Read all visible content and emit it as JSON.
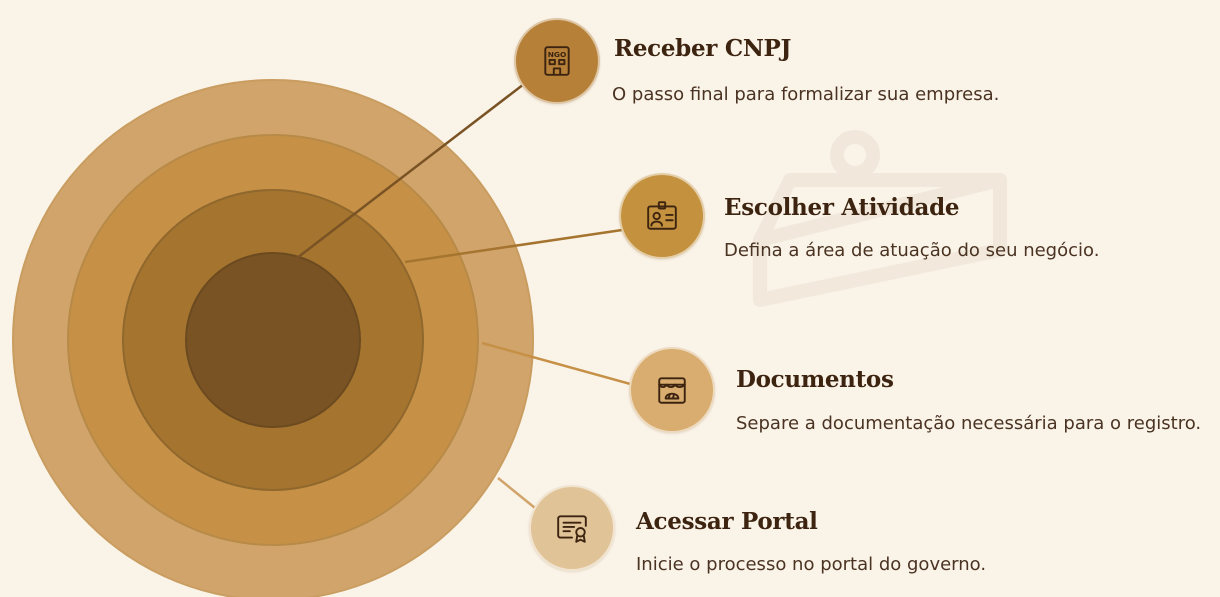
{
  "steps": [
    {
      "title": "Receber CNPJ",
      "description": "O passo final para formalizar sua empresa.",
      "icon": "ngo-building-icon",
      "color": "#b68038"
    },
    {
      "title": "Escolher Atividade",
      "description": "Defina a área de atuação do seu negócio.",
      "icon": "id-badge-icon",
      "color": "#c4923f"
    },
    {
      "title": "Documentos",
      "description": "Separe a documentação necessária para o registro.",
      "icon": "bakery-storefront-icon",
      "color": "#d8ad6f"
    },
    {
      "title": "Acessar Portal",
      "description": "Inicie o processo no portal do governo.",
      "icon": "certificate-icon",
      "color": "#e1c398"
    }
  ],
  "rings": [
    "#d1a46b",
    "#c69147",
    "#a5752f",
    "#7a5325"
  ],
  "connector_colors": [
    "#7a5325",
    "#a5752f",
    "#c69147",
    "#d1a46b"
  ]
}
